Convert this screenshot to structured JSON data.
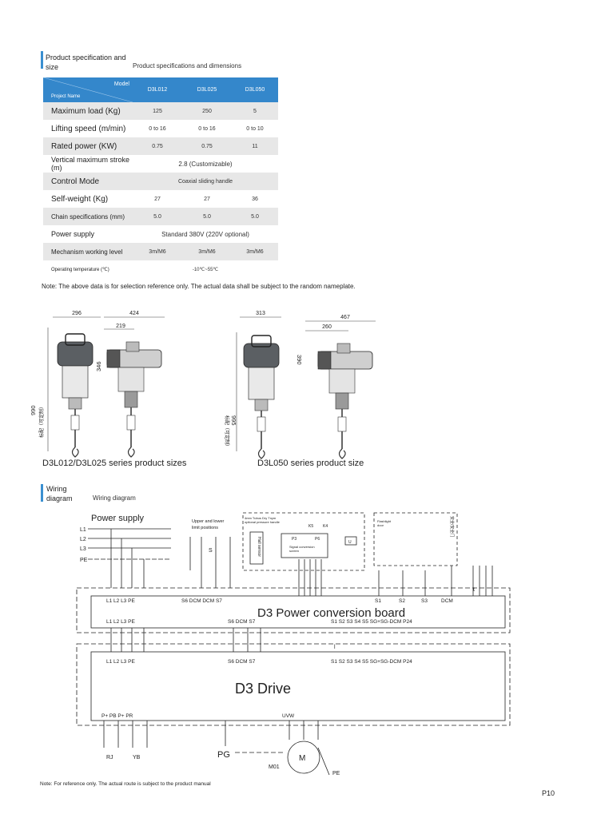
{
  "section1": {
    "title_line1": "Product specification and",
    "title_line2": "size",
    "subtitle": "Product specifications and dimensions"
  },
  "spec_table": {
    "header_model": "Model",
    "header_project": "Project Name",
    "columns": [
      "D3L012",
      "D3L025",
      "D3L050"
    ],
    "rows": [
      {
        "label": "Maximum load (Kg)",
        "values": [
          "125",
          "250",
          "5"
        ]
      },
      {
        "label": "Lifting speed (m/min)",
        "values": [
          "0 to 16",
          "0 to 16",
          "0 to 10"
        ]
      },
      {
        "label": "Rated power (KW)",
        "values": [
          "0.75",
          "0.75",
          "11"
        ]
      },
      {
        "label": "Vertical maximum stroke (m)",
        "merged": "2.8 (Customizable)"
      },
      {
        "label": "Control Mode",
        "merged": "Coaxial sliding handle"
      },
      {
        "label": "Self-weight (Kg)",
        "values": [
          "27",
          "27",
          "36"
        ]
      },
      {
        "label": "Chain specifications (mm)",
        "values": [
          "5.0",
          "5.0",
          "5.0"
        ]
      },
      {
        "label": "Power supply",
        "merged": "Standard 380V (220V optional)"
      },
      {
        "label": "Mechanism working level",
        "values": [
          "3m/M6",
          "3m/M6",
          "3m/M6"
        ]
      },
      {
        "label": "Operating temperature (℃)",
        "merged": "-10℃~55℃"
      }
    ]
  },
  "note1": "Note: The above data is for selection reference only. The actual data shall be subject to the random nameplate.",
  "dimensions": {
    "left": {
      "w1": "296",
      "w2": "424",
      "w3": "219",
      "h1": "346",
      "h2": "990",
      "h2_note": "标配（可定制）",
      "caption": "D3L012/D3L025 series product sizes"
    },
    "right": {
      "w1": "313",
      "w2": "467",
      "w3": "260",
      "h1": "390",
      "h2": "995",
      "h2_note": "标配（可定制）",
      "caption": "D3L050 series product size"
    }
  },
  "section2": {
    "title_line1": "Wiring",
    "title_line2": "diagram",
    "subtitle": "Wiring diagram"
  },
  "wiring": {
    "power_supply": "Power supply",
    "lines": [
      "L1",
      "L2",
      "L3",
      "PE"
    ],
    "limit_label_line1": "Upper and lower",
    "limit_label_line2": "limit positions",
    "s_label": "S",
    "handle_note_line1": "4mm Tubus Dry Tnym",
    "handle_note_line2": "optional pressure handle",
    "p3": "P3",
    "p6": "P6",
    "k5": "K5",
    "k4": "K4",
    "hall_sensor": "Hall sensor",
    "signal_screen_line1": "Signal conversion",
    "signal_screen_line2": "screen",
    "u_label": "U",
    "flashlight_line1": "Flashlight",
    "flashlight_line2": "door",
    "right_side_label": "安全/安全门",
    "t_label": "t",
    "board_terms_top": "L1 L2 L3 PE",
    "board_s6_top": "S6 DCM DCM S7",
    "board_s_terms": [
      "S1",
      "S2",
      "S3",
      "DCM"
    ],
    "board_title": "D3 Power conversion board",
    "board_terms_bottom": "L1 L2 L3 PE",
    "board_s6_bottom": "S6 DCM S7",
    "board_right_bottom": "S1 S2 S3 S4 S5 SG+SG-DCM P24",
    "small_mark": "l",
    "drive_terms_top": "L1 L2 L3 PE",
    "drive_s6_top": "S6 DCM S7",
    "drive_right_top": "S1 S2 S3 S4 S5 SG+SG-DCM P24",
    "drive_title": "D3 Drive",
    "drive_bottom_left": "P+ PB P+ PR",
    "drive_uvw": "UVW",
    "rj": "RJ",
    "yb": "YB",
    "pg": "PG",
    "m01": "M01",
    "m": "M",
    "pe": "PE"
  },
  "note2": "Note: For reference only. The actual route is subject to the product manual",
  "page_number": "P10"
}
